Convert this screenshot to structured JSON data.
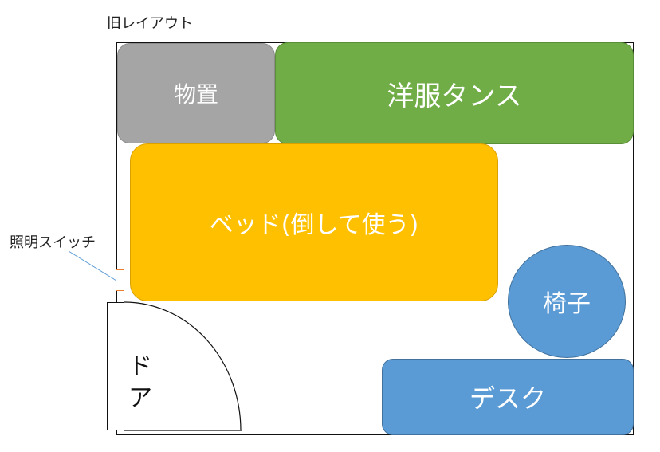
{
  "title": "旧レイアウト",
  "furniture": {
    "storage": "物置",
    "wardrobe": "洋服タンス",
    "bed": "ベッド(倒して使う)",
    "chair": "椅子",
    "desk": "デスク"
  },
  "door": {
    "label_line1": "ド",
    "label_line2": "ア"
  },
  "switch": {
    "label": "照明スイッチ"
  },
  "colors": {
    "storage": "#a5a5a5",
    "wardrobe": "#70ad47",
    "bed": "#ffc000",
    "chair": "#5b9bd5",
    "desk": "#5b9bd5",
    "switch_outline": "#ed7d31",
    "leader_line": "#5b9bd5"
  }
}
